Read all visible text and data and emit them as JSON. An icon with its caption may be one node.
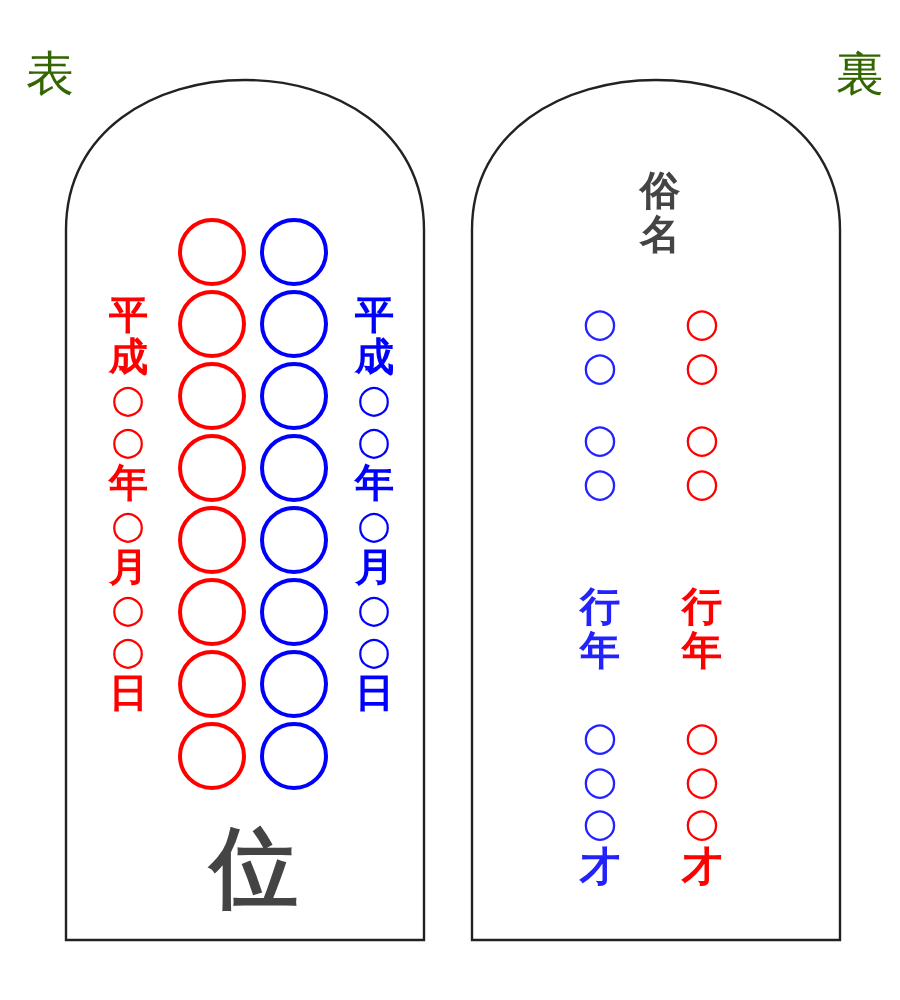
{
  "diagram": {
    "nodes": [
      {
        "text": [
          "表",
          "平成○○年○月○○日",
          "平成○○年○月○○日",
          "位"
        ]
      },
      {
        "text": [],
        "shape": "circle",
        "in": 0
      },
      {
        "text": [],
        "shape": "circle",
        "in": 0
      },
      {
        "text": [],
        "shape": "circle",
        "in": 0
      },
      {
        "text": [],
        "shape": "circle",
        "in": 0
      },
      {
        "text": [],
        "shape": "circle",
        "in": 0
      },
      {
        "text": [],
        "shape": "circle",
        "in": 0
      },
      {
        "text": [],
        "shape": "circle",
        "in": 0
      },
      {
        "text": [],
        "shape": "circle",
        "in": 0
      },
      {
        "text": [],
        "shape": "circle",
        "in": 0
      },
      {
        "text": [],
        "shape": "circle",
        "in": 0
      },
      {
        "text": [],
        "shape": "circle",
        "in": 0
      },
      {
        "text": [],
        "shape": "circle",
        "in": 0
      },
      {
        "text": [],
        "shape": "circle",
        "in": 0
      },
      {
        "text": [],
        "shape": "circle",
        "in": 0
      },
      {
        "text": [],
        "shape": "circle",
        "in": 0
      },
      {
        "text": [],
        "shape": "circle",
        "in": 0
      },
      {
        "text": [
          "裏",
          "俗名",
          "○○",
          "○○",
          "行年",
          "○○○才",
          "○○",
          "○○",
          "行年",
          "○○○才"
        ]
      }
    ]
  }
}
